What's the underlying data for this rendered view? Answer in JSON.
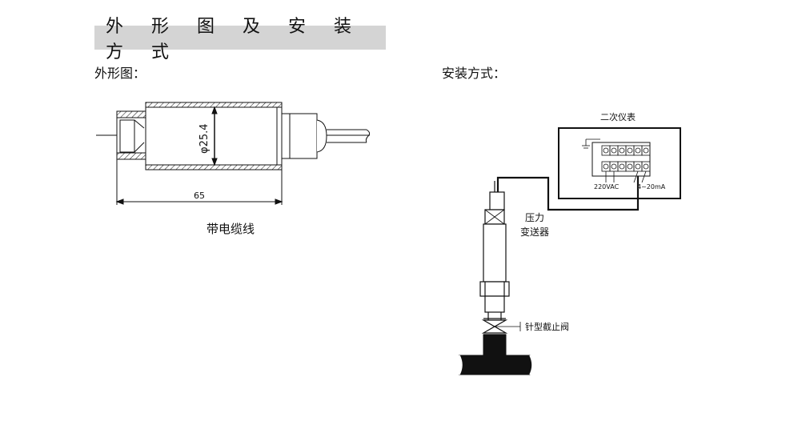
{
  "section_title": "外 形 图 及 安 装 方 式",
  "left": {
    "heading": "外形图：",
    "diameter_label": "φ25.4",
    "length_label": "65",
    "caption": "带电缆线"
  },
  "right": {
    "heading": "安装方式：",
    "instrument_label": "二次仪表",
    "power_label": "220VAC",
    "signal_label": "4~20mA",
    "transmitter_label_line1": "压力",
    "transmitter_label_line2": "变送器",
    "valve_label": "针型截止阀"
  }
}
